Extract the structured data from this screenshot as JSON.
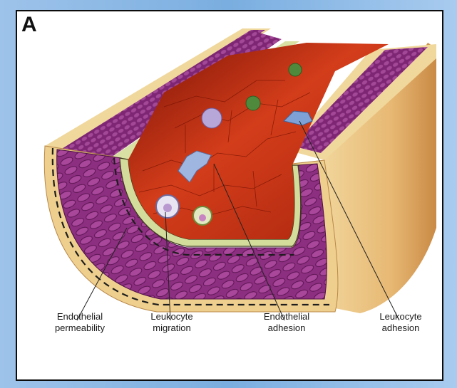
{
  "panel": {
    "letter": "A"
  },
  "labels": [
    {
      "line1": "Endothelial",
      "line2": "permeability"
    },
    {
      "line1": "Leukocyte",
      "line2": "migration"
    },
    {
      "line1": "Endothelial",
      "line2": "adhesion"
    },
    {
      "line1": "Leukocyte",
      "line2": "adhesion"
    }
  ],
  "colors": {
    "background": "#8fb8e6",
    "lumen": "#c4341a",
    "muscle": "#8b2e7e",
    "adventitia": "#e8c98a",
    "intima": "#d7e2a6"
  }
}
